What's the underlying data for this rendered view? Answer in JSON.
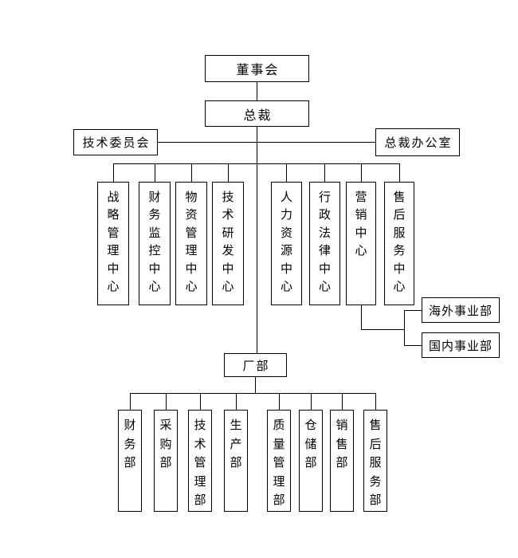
{
  "diagram": {
    "type": "org-chart",
    "board": "董事会",
    "president": "总裁",
    "committee": "技术委员会",
    "office": "总裁办公室",
    "centers": [
      "战略管理中心",
      "财务监控中心",
      "物资管理中心",
      "技术研发中心",
      "人力资源中心",
      "行政法律中心",
      "营销中心",
      "售后服务中心"
    ],
    "marketing_divisions": [
      "海外事业部",
      "国内事业部"
    ],
    "factory": "厂部",
    "factory_departments": [
      "财务部",
      "采购部",
      "技术管理部",
      "生产部",
      "质量管理部",
      "仓储部",
      "销售部",
      "售后服务部"
    ],
    "colors": {
      "background": "#ffffff",
      "line": "#000000",
      "text": "#000000"
    }
  }
}
